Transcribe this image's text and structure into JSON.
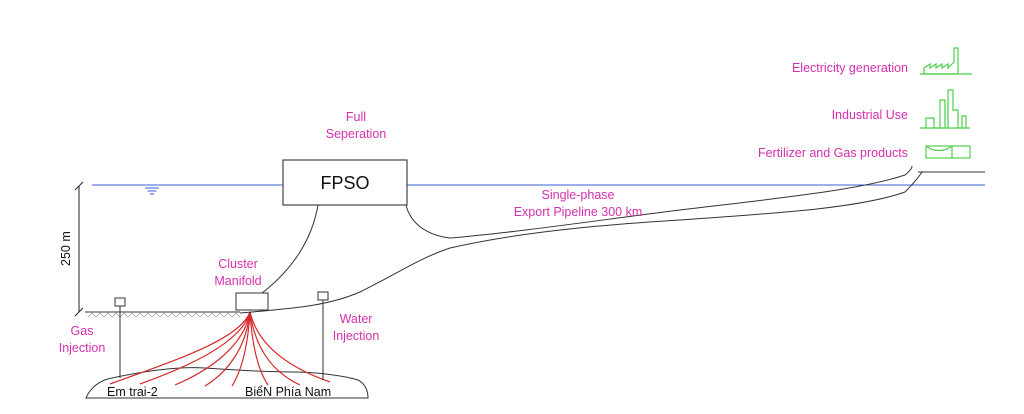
{
  "labels": {
    "full_separation": [
      "Full",
      "Seperation"
    ],
    "fpso": "FPSO",
    "pipeline": [
      "Single-phase",
      "Export Pipeline 300 km"
    ],
    "depth": "250 m",
    "cluster_manifold": [
      "Cluster",
      "Manifold"
    ],
    "gas_injection": [
      "Gas",
      "Injection"
    ],
    "water_injection": [
      "Water",
      "Injection"
    ],
    "field_left": "Em trai-2",
    "field_right": "BiểN Phía Nam",
    "uses": [
      "Electricity generation",
      "Industrial Use",
      "Fertilizer and Gas products"
    ]
  },
  "icons": [
    "factory-icon",
    "industrial-plant-icon",
    "storage-tank-icon"
  ],
  "colors": {
    "label": "#d62fae",
    "sea": "#3a5fd0",
    "icon": "#4ccf4a",
    "wells": "#d52a2a"
  }
}
